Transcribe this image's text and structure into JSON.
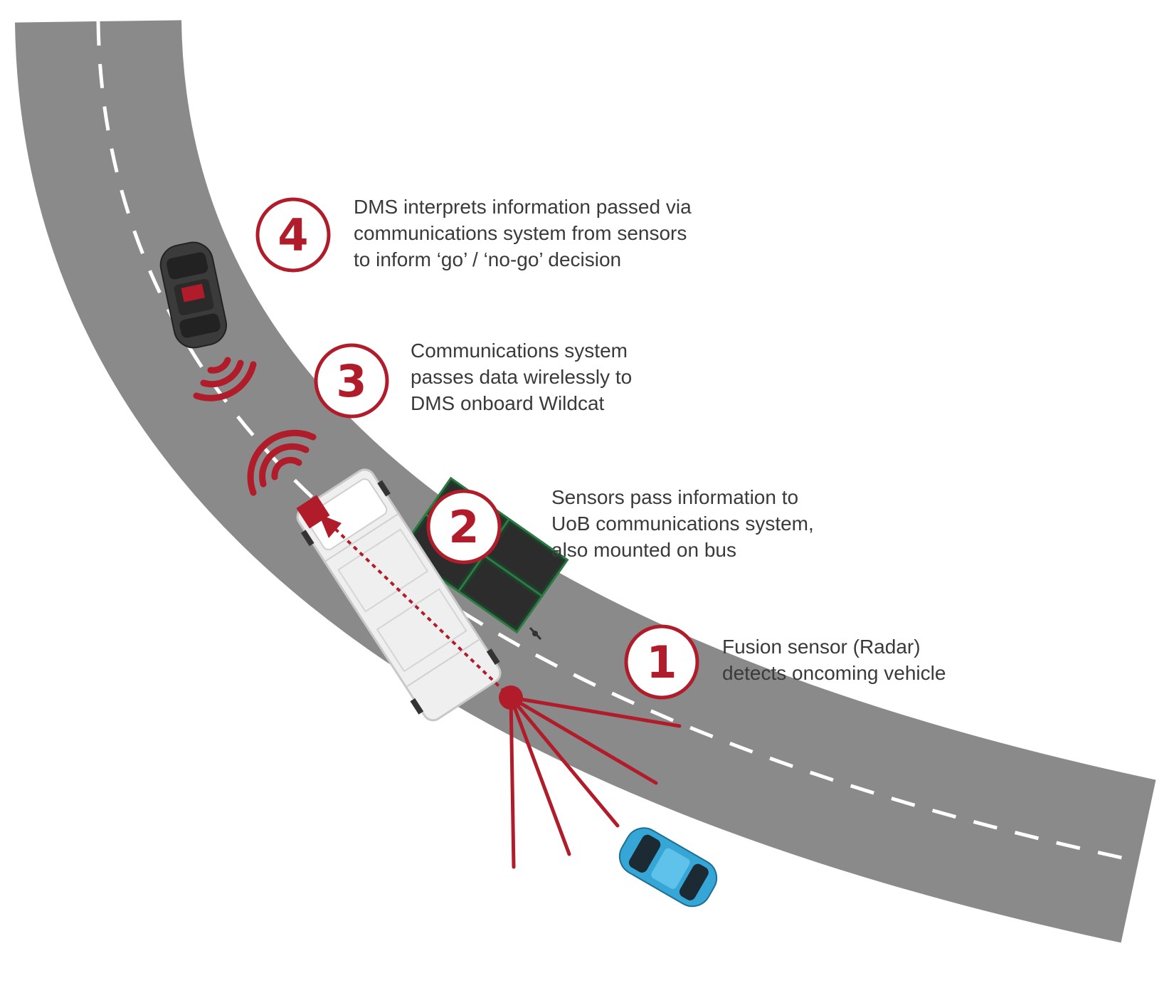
{
  "colors": {
    "accent_red": "#b11c2b",
    "road": "#8a8a8a",
    "road_edge": "#ffffff",
    "text": "#3a3a3a",
    "solar_panel": "#1f3d2a",
    "oncoming_car": "#36a6d6",
    "dark_car": "#3b3b3b",
    "bus": "#eeeeee"
  },
  "steps": [
    {
      "number": "4",
      "lines": [
        "DMS interprets information passed via",
        "communications system from sensors",
        "to inform ‘go’ / ‘no-go’ decision"
      ]
    },
    {
      "number": "3",
      "lines": [
        "Communications system",
        "passes data wirelessly to",
        "DMS onboard Wildcat"
      ]
    },
    {
      "number": "2",
      "lines": [
        "Sensors pass information to",
        "UoB communications system,",
        "also mounted on bus"
      ]
    },
    {
      "number": "1",
      "lines": [
        "Fusion sensor (Radar)",
        "detects oncoming vehicle"
      ]
    }
  ],
  "icons": {
    "wireless_upper": "wireless-signal-icon",
    "wireless_lower": "wireless-signal-icon",
    "radar": "radar-beam-icon",
    "antenna": "antenna-icon"
  }
}
